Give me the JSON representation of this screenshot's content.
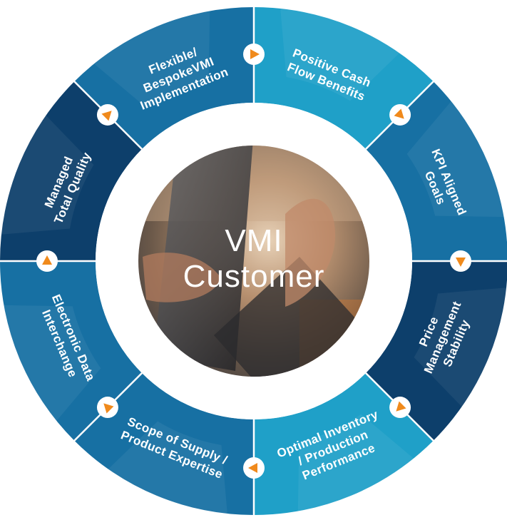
{
  "center": {
    "line1": "VMI",
    "line2": "Customer"
  },
  "segments": [
    {
      "id": "flexible",
      "lines": [
        "Flexible/",
        "BespokeVMI",
        "Implementation"
      ]
    },
    {
      "id": "cash-flow",
      "lines": [
        "Positive Cash",
        "Flow Benefits"
      ]
    },
    {
      "id": "kpi",
      "lines": [
        "KPI Aligned",
        "Goals"
      ]
    },
    {
      "id": "price",
      "lines": [
        "Price",
        "Management",
        "Stability"
      ]
    },
    {
      "id": "inventory",
      "lines": [
        "Optimal Inventory",
        "/ Production",
        "Performance"
      ]
    },
    {
      "id": "supply",
      "lines": [
        "Scope of Supply /",
        "Product Expertise"
      ]
    },
    {
      "id": "edi",
      "lines": [
        "Electronic Data",
        "Interchange"
      ]
    },
    {
      "id": "quality",
      "lines": [
        "Managed",
        "Total Quality"
      ]
    }
  ],
  "colors": {
    "accent_orange": "#f08a1c",
    "ring_dark": "#0d3f6b",
    "ring_mid": "#1770a3",
    "ring_light": "#1fa0c8",
    "divider": "#ffffff"
  },
  "icons": {
    "connector": "orange-triangle-arrow-icon"
  }
}
